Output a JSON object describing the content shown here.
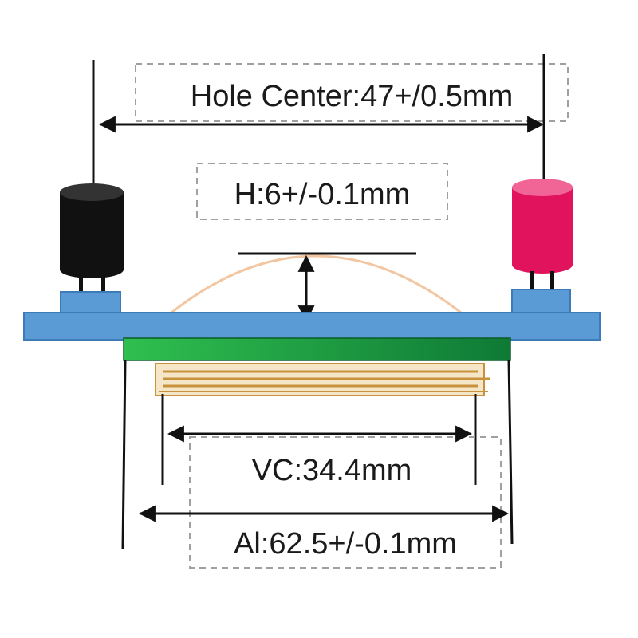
{
  "labels": {
    "hole_center": "Hole Center:47+/0.5mm",
    "height": "H:6+/-0.1mm",
    "vc": "VC:34.4mm",
    "al": "Al:62.5+/-0.1mm"
  },
  "colors": {
    "background": "#ffffff",
    "board": "#5b9bd5",
    "board_edge": "#3d7ab8",
    "green_strip_start": "#2fbf4f",
    "green_strip_end": "#0f7a36",
    "coil_wire": "#c8913b",
    "coil_fill": "#f5e6c8",
    "black_capacitor": "#111111",
    "pink_capacitor": "#e0135c",
    "pink_capacitor_top": "#f06496",
    "dome_curve": "#f2c6a0",
    "dimension_line": "#111111",
    "label_box_border": "#a0a0a0"
  },
  "icons": {
    "left_component": "black-capacitor-icon",
    "right_component": "pink-capacitor-icon"
  }
}
